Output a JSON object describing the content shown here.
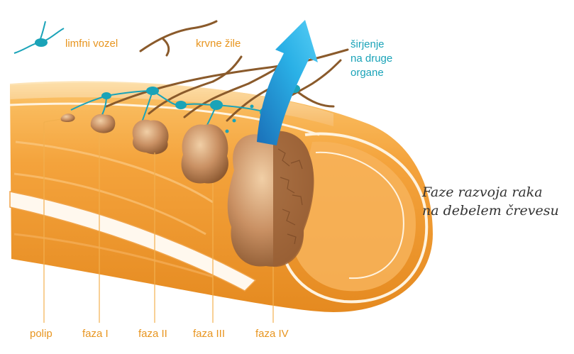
{
  "legend": {
    "lymph_node": "limfni vozel",
    "blood_vessels": "krvne žile"
  },
  "spread_label": [
    "širjenje",
    "na druge",
    "organe"
  ],
  "caption": [
    "Faze razvoja raka",
    "na debelem črevesu"
  ],
  "stages": [
    "polip",
    "faza I",
    "faza II",
    "faza III",
    "faza IV"
  ],
  "colors": {
    "label_orange": "#e8951f",
    "label_teal": "#1aa3b8",
    "colon_orange": "#f2a43a",
    "tumor_brown": "#b87a45",
    "vessel_brown": "#8a5a2b",
    "arrow_blue": "#1e9fd8"
  }
}
